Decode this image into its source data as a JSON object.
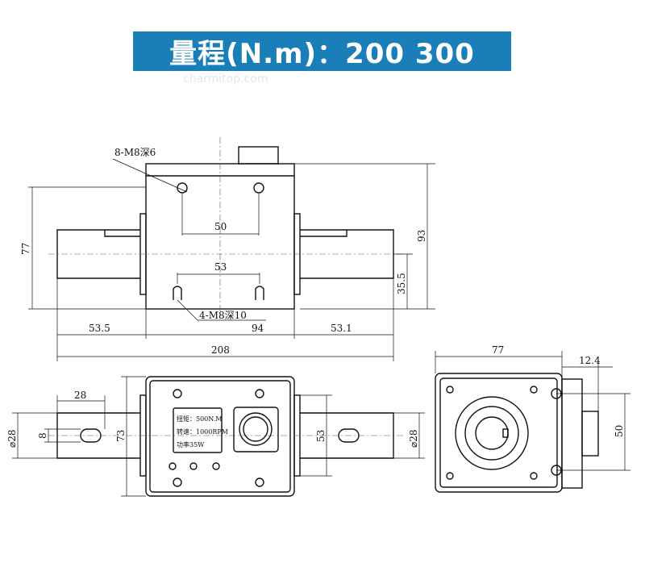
{
  "banner": {
    "title": "量程(N.m)：200  300",
    "watermark": "charmitop.com"
  },
  "top_view": {
    "callout_holes_top": "8-M8深6",
    "callout_holes_bottom": "4-M8深10",
    "dims": {
      "hole_spacing_top": "50",
      "hole_spacing_bottom": "53",
      "height_left": "77",
      "height_right": "93",
      "axis_height": "35.5",
      "shaft_left": "53.5",
      "body_width": "94",
      "shaft_right": "53.1",
      "total_length": "208"
    }
  },
  "bottom_view": {
    "nameplate": [
      "扭矩：500N.M",
      "转速：1000RPM",
      "功率35W"
    ],
    "dims": {
      "key_length": "28",
      "shaft_dia_left": "⌀28",
      "key_width": "8",
      "body_depth": "73",
      "hole_spacing": "53",
      "shaft_dia_right": "⌀28"
    }
  },
  "side_view": {
    "dims": {
      "width": "77",
      "offset": "12.4",
      "hole_spacing": "50"
    }
  }
}
